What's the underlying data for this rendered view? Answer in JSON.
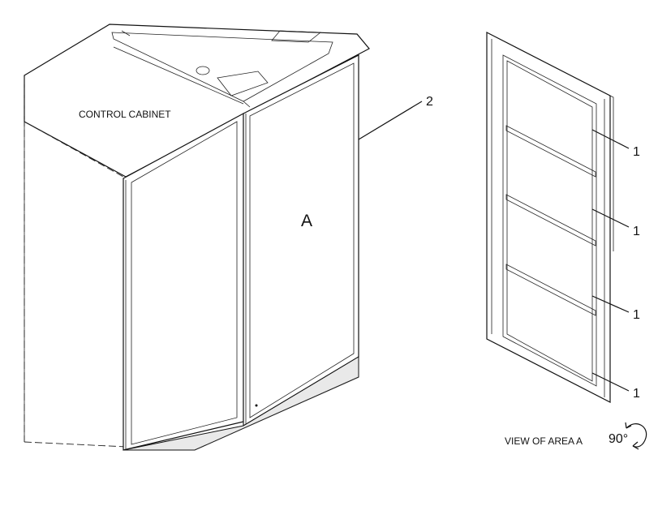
{
  "labels": {
    "cabinet": "CONTROL CABINET",
    "area": "A",
    "callout_door": "2",
    "callout_filter": [
      "1",
      "1",
      "1",
      "1"
    ],
    "view": "VIEW OF AREA  A",
    "rotation": "90°"
  }
}
